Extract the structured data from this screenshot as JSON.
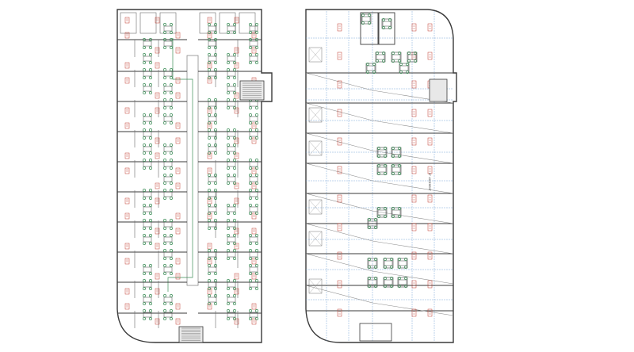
{
  "colors": {
    "background": "#ffffff",
    "wall": "#3a3a3a",
    "thin_wall": "#6a6a6a",
    "dimension_blue": "#7fa8d8",
    "room_tag_red": "#c0392b",
    "furniture_green": "#3f8f5a",
    "corridor_grey": "#8a8a8a"
  },
  "plans": [
    {
      "id": "furnished-floor-plan",
      "description_icon": "floor-plan-icon"
    },
    {
      "id": "shell-floor-plan",
      "description_icon": "floor-plan-icon"
    }
  ],
  "labels": {
    "shell_plan_vertical_text": "N° LOGEMENT"
  }
}
